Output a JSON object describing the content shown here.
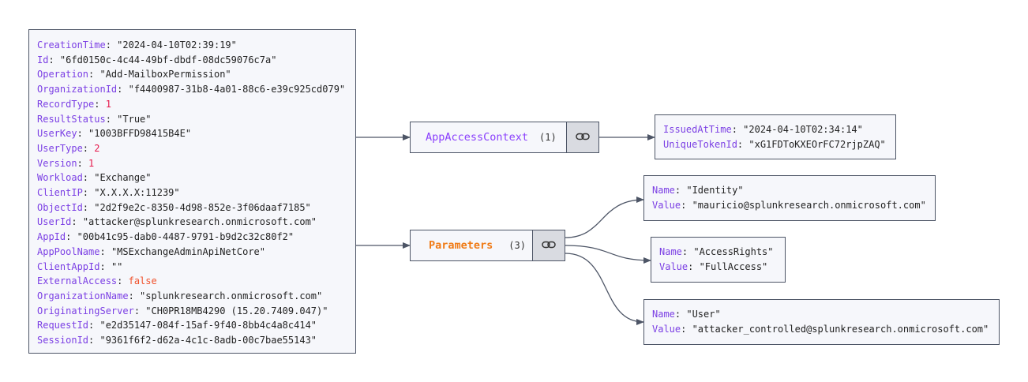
{
  "root": [
    {
      "key": "CreationTime",
      "value": "\"2024-04-10T02:39:19\"",
      "type": "str"
    },
    {
      "key": "Id",
      "value": "\"6fd0150c-4c44-49bf-dbdf-08dc59076c7a\"",
      "type": "str"
    },
    {
      "key": "Operation",
      "value": "\"Add-MailboxPermission\"",
      "type": "str"
    },
    {
      "key": "OrganizationId",
      "value": "\"f4400987-31b8-4a01-88c6-e39c925cd079\"",
      "type": "str"
    },
    {
      "key": "RecordType",
      "value": "1",
      "type": "num"
    },
    {
      "key": "ResultStatus",
      "value": "\"True\"",
      "type": "str"
    },
    {
      "key": "UserKey",
      "value": "\"1003BFFD98415B4E\"",
      "type": "str"
    },
    {
      "key": "UserType",
      "value": "2",
      "type": "num"
    },
    {
      "key": "Version",
      "value": "1",
      "type": "num"
    },
    {
      "key": "Workload",
      "value": "\"Exchange\"",
      "type": "str"
    },
    {
      "key": "ClientIP",
      "value": "\"X.X.X.X:11239\"",
      "type": "str"
    },
    {
      "key": "ObjectId",
      "value": "\"2d2f9e2c-8350-4d98-852e-3f06daaf7185\"",
      "type": "str"
    },
    {
      "key": "UserId",
      "value": "\"attacker@splunkresearch.onmicrosoft.com\"",
      "type": "str"
    },
    {
      "key": "AppId",
      "value": "\"00b41c95-dab0-4487-9791-b9d2c32c80f2\"",
      "type": "str"
    },
    {
      "key": "AppPoolName",
      "value": "\"MSExchangeAdminApiNetCore\"",
      "type": "str"
    },
    {
      "key": "ClientAppId",
      "value": "\"\"",
      "type": "str"
    },
    {
      "key": "ExternalAccess",
      "value": "false",
      "type": "bool"
    },
    {
      "key": "OrganizationName",
      "value": "\"splunkresearch.onmicrosoft.com\"",
      "type": "str"
    },
    {
      "key": "OriginatingServer",
      "value": "\"CH0PR18MB4290 (15.20.7409.047)\"",
      "type": "str"
    },
    {
      "key": "RequestId",
      "value": "\"e2d35147-084f-15af-9f40-8bb4c4a8c414\"",
      "type": "str"
    },
    {
      "key": "SessionId",
      "value": "\"9361f6f2-d62a-4c1c-8adb-00c7bae55143\"",
      "type": "str"
    }
  ],
  "appAccessContext": {
    "label": "AppAccessContext",
    "count": "(1)",
    "icon": "link-icon"
  },
  "parameters": {
    "label": "Parameters",
    "count": "(3)",
    "icon": "link-icon"
  },
  "issued": [
    {
      "key": "IssuedAtTime",
      "value": "\"2024-04-10T02:34:14\"",
      "type": "str"
    },
    {
      "key": "UniqueTokenId",
      "value": "\"xG1FDToKXEOrFC72rjpZAQ\"",
      "type": "str"
    }
  ],
  "param1": [
    {
      "key": "Name",
      "value": "\"Identity\"",
      "type": "str"
    },
    {
      "key": "Value",
      "value": "\"mauricio@splunkresearch.onmicrosoft.com\"",
      "type": "str"
    }
  ],
  "param2": [
    {
      "key": "Name",
      "value": "\"AccessRights\"",
      "type": "str"
    },
    {
      "key": "Value",
      "value": "\"FullAccess\"",
      "type": "str"
    }
  ],
  "param3": [
    {
      "key": "Name",
      "value": "\"User\"",
      "type": "str"
    },
    {
      "key": "Value",
      "value": "\"attacker_controlled@splunkresearch.onmicrosoft.com\"",
      "type": "str"
    }
  ],
  "colors": {
    "key": "#7b3fe4",
    "string": "#222222",
    "number": "#e6194b",
    "boolean": "#f0522c",
    "edge": "#4d5566",
    "appLabel": "#8a3ffc",
    "paramLabel": "#f07b16"
  }
}
